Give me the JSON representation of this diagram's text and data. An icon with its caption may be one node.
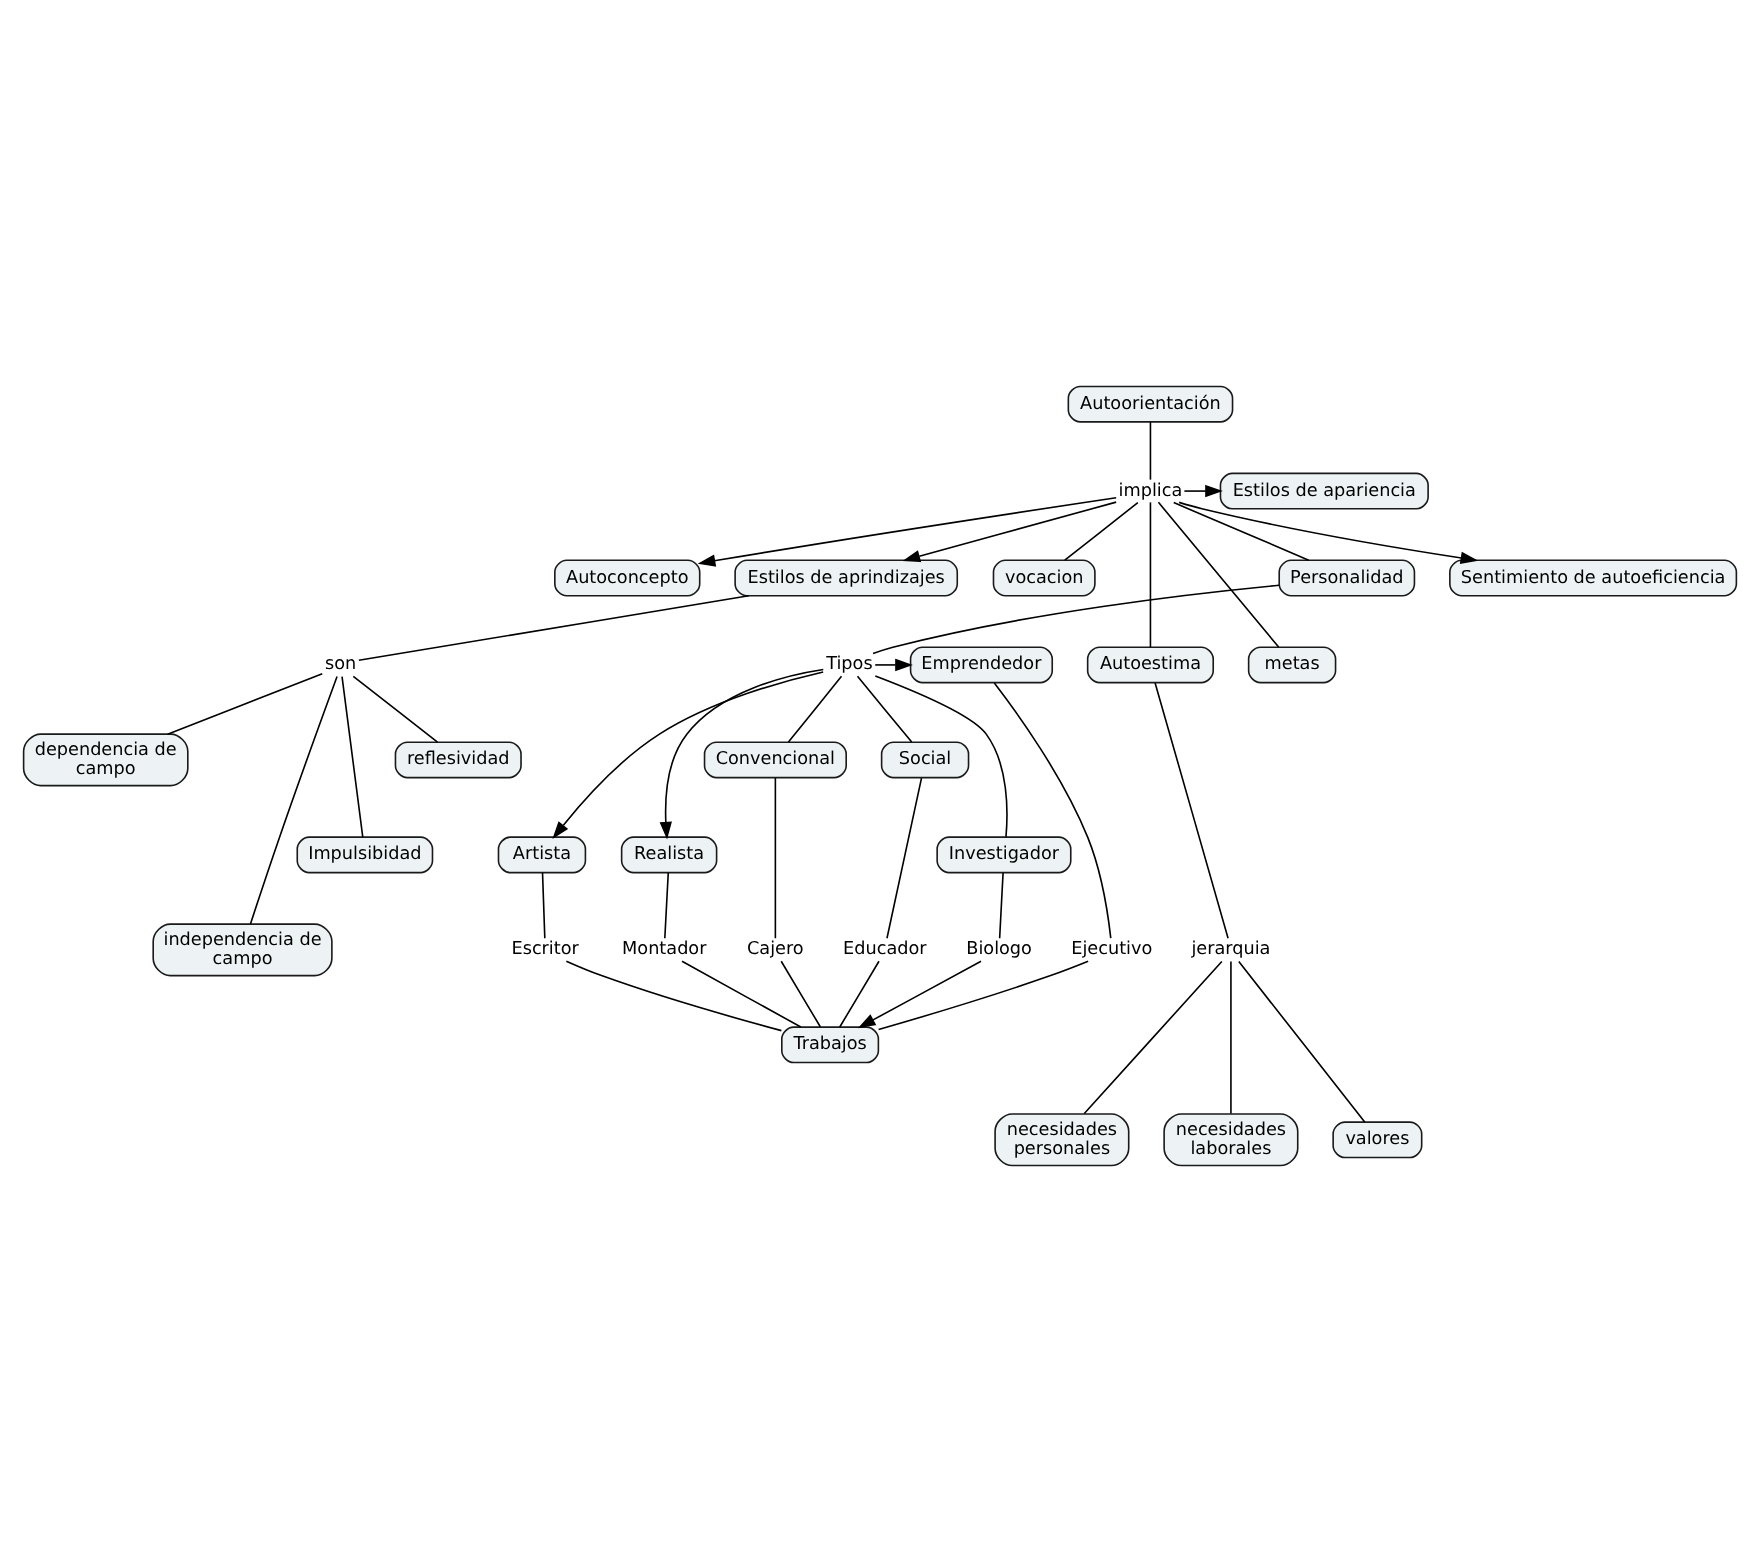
{
  "diagram": {
    "nodes": [
      {
        "text": [
          "Autoorientación"
        ]
      },
      {
        "text": [
          "implica"
        ]
      },
      {
        "text": [
          "Autoconcepto"
        ]
      },
      {
        "text": [
          "Estilos de apariencia"
        ]
      },
      {
        "text": [
          "Estilos de aprindizajes"
        ]
      },
      {
        "text": [
          "Sentimiento de autoeficiencia"
        ]
      },
      {
        "text": [
          "Personalidad"
        ]
      },
      {
        "text": [
          "son"
        ]
      },
      {
        "text": [
          "vocacion"
        ]
      },
      {
        "text": [
          "metas"
        ]
      },
      {
        "text": [
          "dependencia de campo"
        ]
      },
      {
        "text": [
          "Autoestima"
        ]
      },
      {
        "text": [
          "Artista"
        ]
      },
      {
        "text": [
          "Tipos"
        ]
      },
      {
        "text": [
          "Emprendedor"
        ]
      },
      {
        "text": [
          "reflesividad"
        ]
      },
      {
        "text": [
          "Impulsibidad"
        ]
      },
      {
        "text": [
          "Realista"
        ]
      },
      {
        "text": [
          "Convencional"
        ]
      },
      {
        "text": [
          "Social"
        ]
      },
      {
        "text": [
          "independencia de campo"
        ]
      },
      {
        "text": [
          "Investigador"
        ]
      },
      {
        "text": [
          "Montador"
        ]
      },
      {
        "text": [
          "Escritor"
        ]
      },
      {
        "text": [
          "Cajero"
        ]
      },
      {
        "text": [
          "Educador"
        ]
      },
      {
        "text": [
          "Ejecutivo"
        ]
      },
      {
        "text": [
          "Biologo"
        ]
      },
      {
        "text": [
          "jerarquia"
        ]
      },
      {
        "text": [
          "Trabajos"
        ]
      },
      {
        "text": [
          "necesidades personales"
        ]
      },
      {
        "text": [
          "necesidades laborales"
        ]
      },
      {
        "text": [
          "valores"
        ]
      }
    ],
    "edges": [
      {
        "from": 0,
        "to": 1,
        "arrow": "none"
      },
      {
        "from": 1,
        "to": 2,
        "arrow": "to"
      },
      {
        "from": 1,
        "to": 4,
        "arrow": "to"
      },
      {
        "from": 1,
        "to": 8,
        "arrow": "none"
      },
      {
        "from": 1,
        "to": 11,
        "arrow": "none"
      },
      {
        "from": 1,
        "to": 9,
        "arrow": "none"
      },
      {
        "from": 1,
        "to": 6,
        "arrow": "none"
      },
      {
        "from": 1,
        "to": 5,
        "arrow": "to"
      },
      {
        "from": 1,
        "to": 3,
        "arrow": "to"
      },
      {
        "from": 4,
        "to": 7,
        "arrow": "none"
      },
      {
        "from": 7,
        "to": 10,
        "arrow": "none"
      },
      {
        "from": 7,
        "to": 20,
        "arrow": "none"
      },
      {
        "from": 7,
        "to": 16,
        "arrow": "none"
      },
      {
        "from": 7,
        "to": 15,
        "arrow": "none"
      },
      {
        "from": 11,
        "to": 28,
        "arrow": "none"
      },
      {
        "from": 28,
        "to": 30,
        "arrow": "none"
      },
      {
        "from": 28,
        "to": 31,
        "arrow": "none"
      },
      {
        "from": 28,
        "to": 32,
        "arrow": "none"
      },
      {
        "from": 6,
        "to": 13,
        "arrow": "none"
      },
      {
        "from": 13,
        "to": 12,
        "arrow": "to"
      },
      {
        "from": 13,
        "to": 17,
        "arrow": "to"
      },
      {
        "from": 13,
        "to": 18,
        "arrow": "none"
      },
      {
        "from": 13,
        "to": 19,
        "arrow": "none"
      },
      {
        "from": 13,
        "to": 21,
        "arrow": "none"
      },
      {
        "from": 13,
        "to": 14,
        "arrow": "to"
      },
      {
        "from": 17,
        "to": 22,
        "arrow": "none"
      },
      {
        "from": 12,
        "to": 23,
        "arrow": "none"
      },
      {
        "from": 18,
        "to": 24,
        "arrow": "none"
      },
      {
        "from": 19,
        "to": 25,
        "arrow": "none"
      },
      {
        "from": 14,
        "to": 26,
        "arrow": "none"
      },
      {
        "from": 21,
        "to": 27,
        "arrow": "none"
      },
      {
        "from": 22,
        "to": 29,
        "arrow": "none"
      },
      {
        "from": 23,
        "to": 29,
        "arrow": "none"
      },
      {
        "from": 24,
        "to": 29,
        "arrow": "none"
      },
      {
        "from": 25,
        "to": 29,
        "arrow": "none"
      },
      {
        "from": 26,
        "to": 29,
        "arrow": "none"
      },
      {
        "from": 27,
        "to": 29,
        "arrow": "to"
      }
    ]
  }
}
